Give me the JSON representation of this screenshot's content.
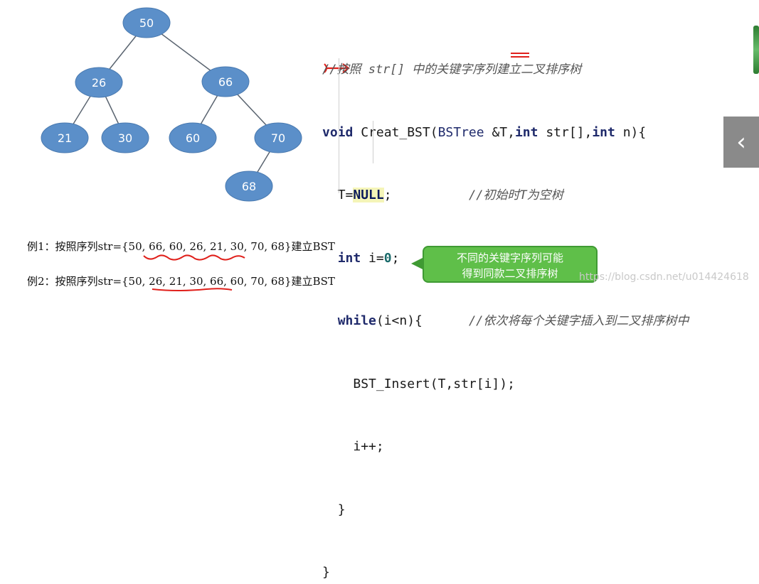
{
  "tree": {
    "nodes": [
      {
        "id": "n50",
        "label": "50"
      },
      {
        "id": "n26",
        "label": "26"
      },
      {
        "id": "n66",
        "label": "66"
      },
      {
        "id": "n21",
        "label": "21"
      },
      {
        "id": "n30",
        "label": "30"
      },
      {
        "id": "n60",
        "label": "60"
      },
      {
        "id": "n70",
        "label": "70"
      },
      {
        "id": "n68",
        "label": "68"
      }
    ],
    "edges": [
      [
        "n50",
        "n26"
      ],
      [
        "n50",
        "n66"
      ],
      [
        "n26",
        "n21"
      ],
      [
        "n26",
        "n30"
      ],
      [
        "n66",
        "n60"
      ],
      [
        "n66",
        "n70"
      ],
      [
        "n70",
        "n68"
      ]
    ],
    "node_color": "#5b8fc9"
  },
  "code": {
    "comment_line": "//按照 str[] 中的关键字序列建立二叉排序树",
    "sig_void": "void",
    "sig_name": " Creat_BST(",
    "sig_type": "BSTree",
    "sig_ref": " &T",
    "sig_comma1": ",",
    "sig_int1": "int",
    "sig_param1": " str[],",
    "sig_int2": "int",
    "sig_param2": " n){",
    "assign_T": "T=",
    "null_kw": "NULL",
    "semicolon": ";",
    "comment_init": "//初始时T为空树",
    "int_kw": "int",
    "decl_i": " i=",
    "zero": "0",
    "semicolon2": ";",
    "while_kw": "while",
    "while_cond": "(i<n){",
    "comment_loop": "//依次将每个关键字插入到二叉排序树中",
    "insert_call": "BST_Insert(T,str[i]);",
    "incr": "i++;",
    "close_inner": "}",
    "close_outer": "}"
  },
  "examples": {
    "ex1": "例1：按照序列str={50, 66, 60, 26, 21, 30, 70, 68}建立BST",
    "ex2": "例2：按照序列str={50, 26, 21, 30, 66, 60, 70, 68}建立BST"
  },
  "callout": {
    "line1": "不同的关键字序列可能",
    "line2": "得到同款二叉排序树"
  },
  "watermark": "https://blog.csdn.net/u014424618",
  "nav": {
    "prev_label": "‹"
  },
  "colors": {
    "annotation_red": "#e0201b",
    "callout_green": "#5fbf49"
  }
}
